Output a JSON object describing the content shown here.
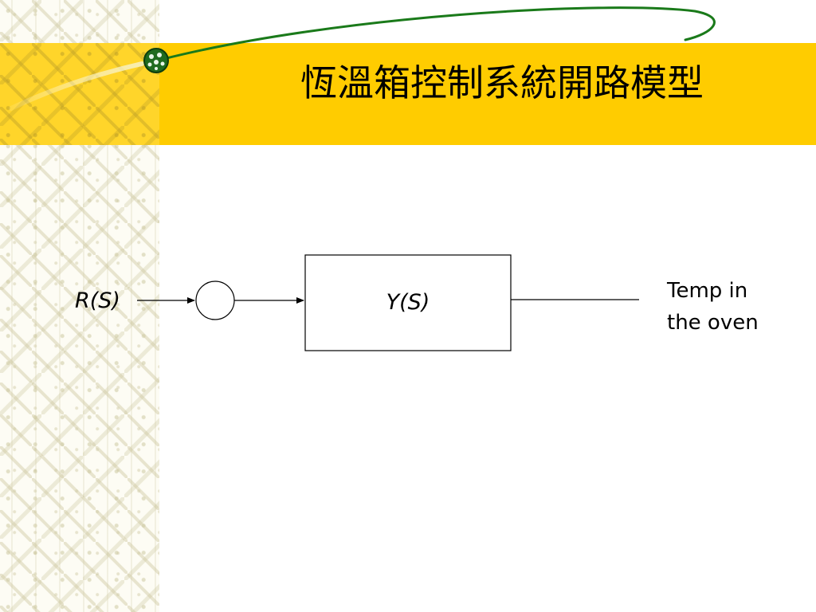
{
  "slide": {
    "title": "恆溫箱控制系統開路模型",
    "colors": {
      "band": "#ffcc00",
      "curve": "#1a7a1a",
      "line": "#000000"
    }
  },
  "diagram": {
    "input_label": "R(S)",
    "block_label": "Y(S)",
    "output_label_line1": "Temp in",
    "output_label_line2": "the oven"
  }
}
